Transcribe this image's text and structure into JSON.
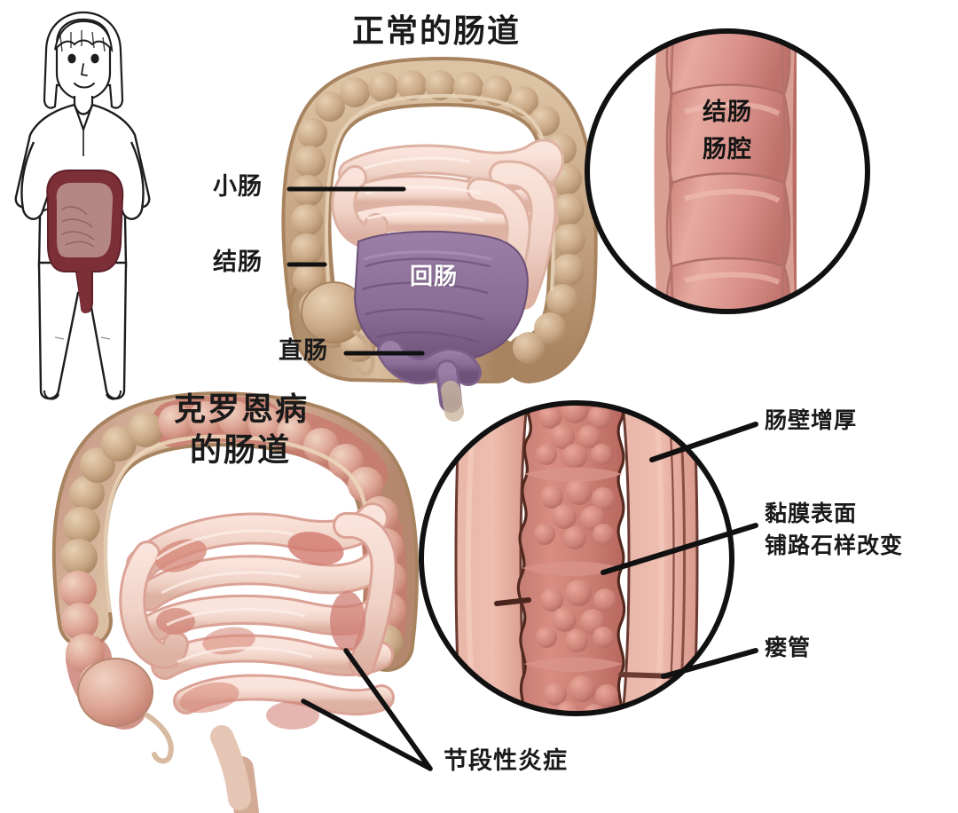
{
  "figure": {
    "alt_name": "woman-with-highlighted-intestines",
    "skin_line_color": "#1d1d1d",
    "intestine_color": "#7d2f38"
  },
  "sections": {
    "normal": {
      "title": "正常的肠道",
      "labels": [
        {
          "name": "small-intestine",
          "text": "小肠"
        },
        {
          "name": "colon",
          "text": "结肠"
        },
        {
          "name": "rectum",
          "text": "直肠"
        }
      ],
      "organ_labels": [
        {
          "name": "ileum",
          "text": "回肠"
        }
      ],
      "inset": {
        "name": "normal-colon-lumen-inset",
        "line1": "结肠",
        "line2": "肠腔"
      }
    },
    "crohn": {
      "title_line1": "克罗恩病",
      "title_line2": "的肠道",
      "labels": [
        {
          "name": "bowel-wall-thickening",
          "text": "肠壁增厚"
        },
        {
          "name": "cobblestone-mucosa-line1",
          "text": "黏膜表面"
        },
        {
          "name": "cobblestone-mucosa-line2",
          "text": "铺路石样改变"
        },
        {
          "name": "fistula",
          "text": "瘘管"
        },
        {
          "name": "segmental-inflammation",
          "text": "节段性炎症"
        }
      ],
      "inset": {
        "name": "crohn-bowel-inset"
      }
    }
  },
  "colors": {
    "background": "#ffffff",
    "colon_tan": "#c4a282",
    "colon_tan_dark": "#a8835f",
    "colon_tan_light": "#e3cbb0",
    "small_bowel_pink": "#f2d7cc",
    "small_bowel_pink_dark": "#dcb3a4",
    "ileum_purple": "#8d7099",
    "ileum_purple_dark": "#6f5279",
    "inflamed_red": "#cf7d74",
    "inflamed_red_dark": "#b9564e",
    "lumen_pink": "#d99288",
    "lumen_pink_dark": "#c0716a",
    "mucosa_pale": "#e8b3a6",
    "outline": "#111111",
    "text": "#1a1a1a"
  }
}
